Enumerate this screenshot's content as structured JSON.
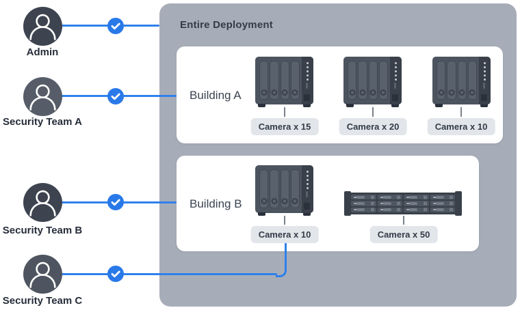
{
  "users": [
    {
      "name": "Admin",
      "avatar_color": "#3D4450"
    },
    {
      "name": "Security Team A",
      "avatar_color": "#565D68"
    },
    {
      "name": "Security Team B",
      "avatar_color": "#3D4450"
    },
    {
      "name": "Security Team C",
      "avatar_color": "#4E5560"
    }
  ],
  "deployment": {
    "title": "Entire Deployment",
    "buildings": [
      {
        "name": "Building A",
        "devices": [
          {
            "type": "nas-4bay",
            "label": "Camera x 15"
          },
          {
            "type": "nas-4bay",
            "label": "Camera x 20"
          },
          {
            "type": "nas-4bay",
            "label": "Camera x 10"
          }
        ]
      },
      {
        "name": "Building B",
        "devices": [
          {
            "type": "nas-4bay",
            "label": "Camera x 10"
          },
          {
            "type": "rackmount-12bay",
            "label": "Camera x 50"
          }
        ]
      }
    ]
  },
  "icons": {
    "avatar": "user-icon",
    "badge": "check-icon"
  },
  "colors": {
    "accent_blue": "#2F80EC",
    "badge_blue": "#2979E8",
    "panel_gray": "#A7ADB8",
    "card_white": "#FFFFFF",
    "pill_gray": "#E2E5E9",
    "text_dark": "#333B47",
    "device_body": "#4C545F",
    "device_dark": "#394049"
  }
}
